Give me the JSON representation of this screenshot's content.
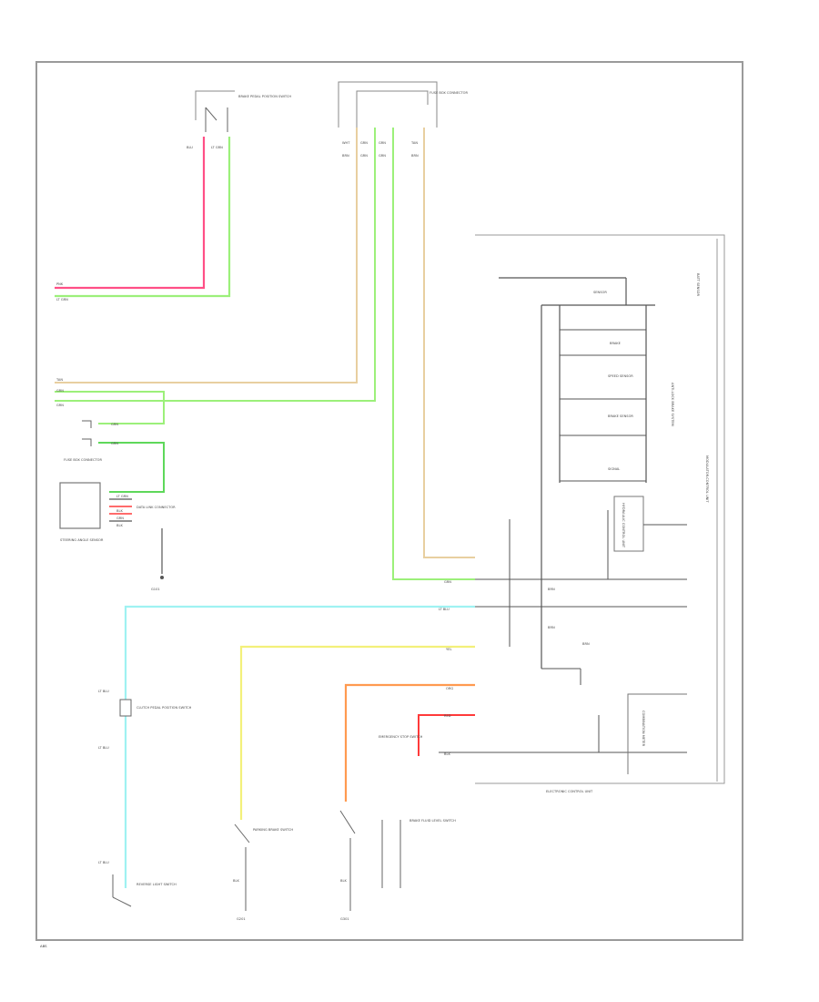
{
  "title": "Wiring Diagram",
  "colors": {
    "frame": "#9a9a9a",
    "black_wire": "#555555",
    "pink": "#ff4f86",
    "light_green": "#9cf07a",
    "green": "#5ed85a",
    "tan": "#e8cfa0",
    "light_blue": "#9ff2f2",
    "yellow": "#f3f07a",
    "orange": "#ff9a50",
    "red": "#ff3a3a"
  },
  "labels": {
    "sw_top_name": "BRAKE PEDAL POSITION SWITCH",
    "sw_top_a": "BLU",
    "sw_top_b": "LT GRN",
    "conn_top_name": "FUSE BOX CONNECTOR",
    "ct_p1": "WHT",
    "ct_p2": "GRN",
    "ct_p3": "GRN",
    "ct_p4": "TAN",
    "ct_w1": "BRN",
    "ct_w2": "GRN",
    "ct_w3": "GRN",
    "ct_w4": "BRN",
    "left_pink": "PNK",
    "left_green": "LT GRN",
    "left_w1": "TAN",
    "left_w2": "GRN",
    "left_w3": "GRN",
    "left_conn_a": "GRN",
    "left_conn_b": "GRN",
    "left_conn_name": "FUSE BOX CONNECTOR",
    "module_name": "STEERING ANGLE SENSOR",
    "module_p1": "LT GRN",
    "module_p2": "BLK",
    "module_p3": "GRN",
    "module_p4": "BLK",
    "module_conn": "DATA LINK CONNECTOR",
    "ground_left": "G101",
    "cyan_w1": "LT BLU",
    "cyan_name": "CLUTCH PEDAL POSITION SWITCH",
    "cyan_w2": "LT BLU",
    "cyan_bottom": "LT BLU",
    "cyan_bot_name": "REVERSE LIGHT SWITCH",
    "yel_w": "YEL",
    "yel_sw_name": "PARKING BRAKE SWITCH",
    "yel_bot": "BLK",
    "ground_mid": "G201",
    "org_w": "ORG",
    "org_sw_name": "BRAKE FLUID LEVEL SWITCH",
    "red_sw_name": "EMERGENCY STOP SWITCH",
    "org_bot": "BLK",
    "ground_right": "G301",
    "combo_name": "COMBINATION METER",
    "ecu_name": "ELECTRONIC CONTROL UNIT",
    "ecu_label_a": "SENSOR",
    "ecu_label_b": "BRAKE",
    "ecu_label_c": "SPEED SENSOR",
    "ecu_label_d": "BRAKE SENSOR",
    "ecu_label_e": "SIGNAL",
    "ecu_box_text": "HYDRAULIC CONTROL UNIT",
    "ecu_vert_text": "ANTI-LOCK BRAKE SYSTEM",
    "ecu_vert_text2": "MODULATOR-CONTROL UNIT",
    "ecu_bottom": "ELECTRONIC CONTROL UNIT",
    "ecu_top_right": "BATT SENSOR",
    "ecu_pin1": "GRN",
    "ecu_pin2": "LT BLU",
    "ecu_pin3": "YEL",
    "ecu_pin4": "ORG",
    "ecu_pin5": "RED",
    "ecu_pin6": "BLK",
    "ecu_inner1": "BRN",
    "ecu_inner2": "BRN",
    "ecu_inner3": "BRN",
    "footer": "ABS"
  }
}
